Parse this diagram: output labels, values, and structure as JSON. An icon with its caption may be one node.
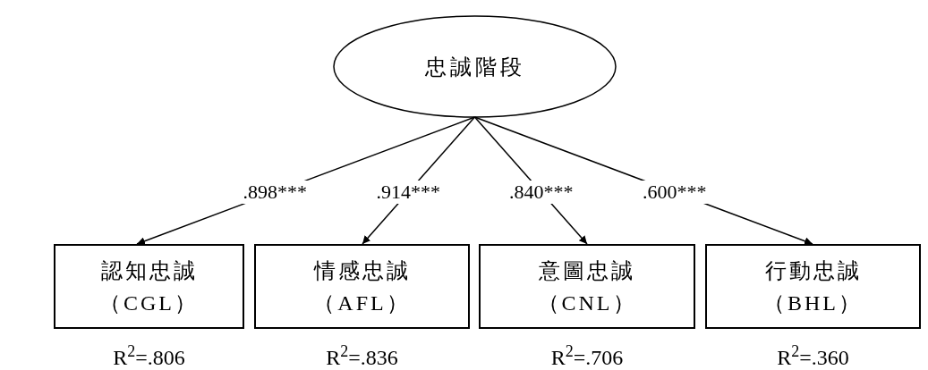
{
  "diagram": {
    "nodes": [
      {
        "text": [
          "忠誠階段"
        ]
      },
      {
        "text": [
          "認知忠誠",
          "（CGL）"
        ],
        "beside": [
          "R$^{2}$=.806"
        ]
      },
      {
        "text": [
          "情感忠誠",
          "（AFL）"
        ],
        "beside": [
          "R$^{2}$=.836"
        ]
      },
      {
        "text": [
          "意圖忠誠",
          "（CNL）"
        ],
        "beside": [
          "R$^{2}$=.706"
        ]
      },
      {
        "text": [
          "行動忠誠",
          "（BHL）"
        ],
        "beside": [
          "R$^{2}$=.360"
        ]
      }
    ],
    "edges": [
      {
        "from": 0,
        "to": 1,
        "arrow": "to",
        "label": ".898***"
      },
      {
        "from": 0,
        "to": 2,
        "arrow": "to",
        "label": ".914***"
      },
      {
        "from": 0,
        "to": 3,
        "arrow": "to",
        "label": ".840***"
      },
      {
        "from": 0,
        "to": 4,
        "arrow": "to",
        "label": ".600***"
      }
    ]
  }
}
